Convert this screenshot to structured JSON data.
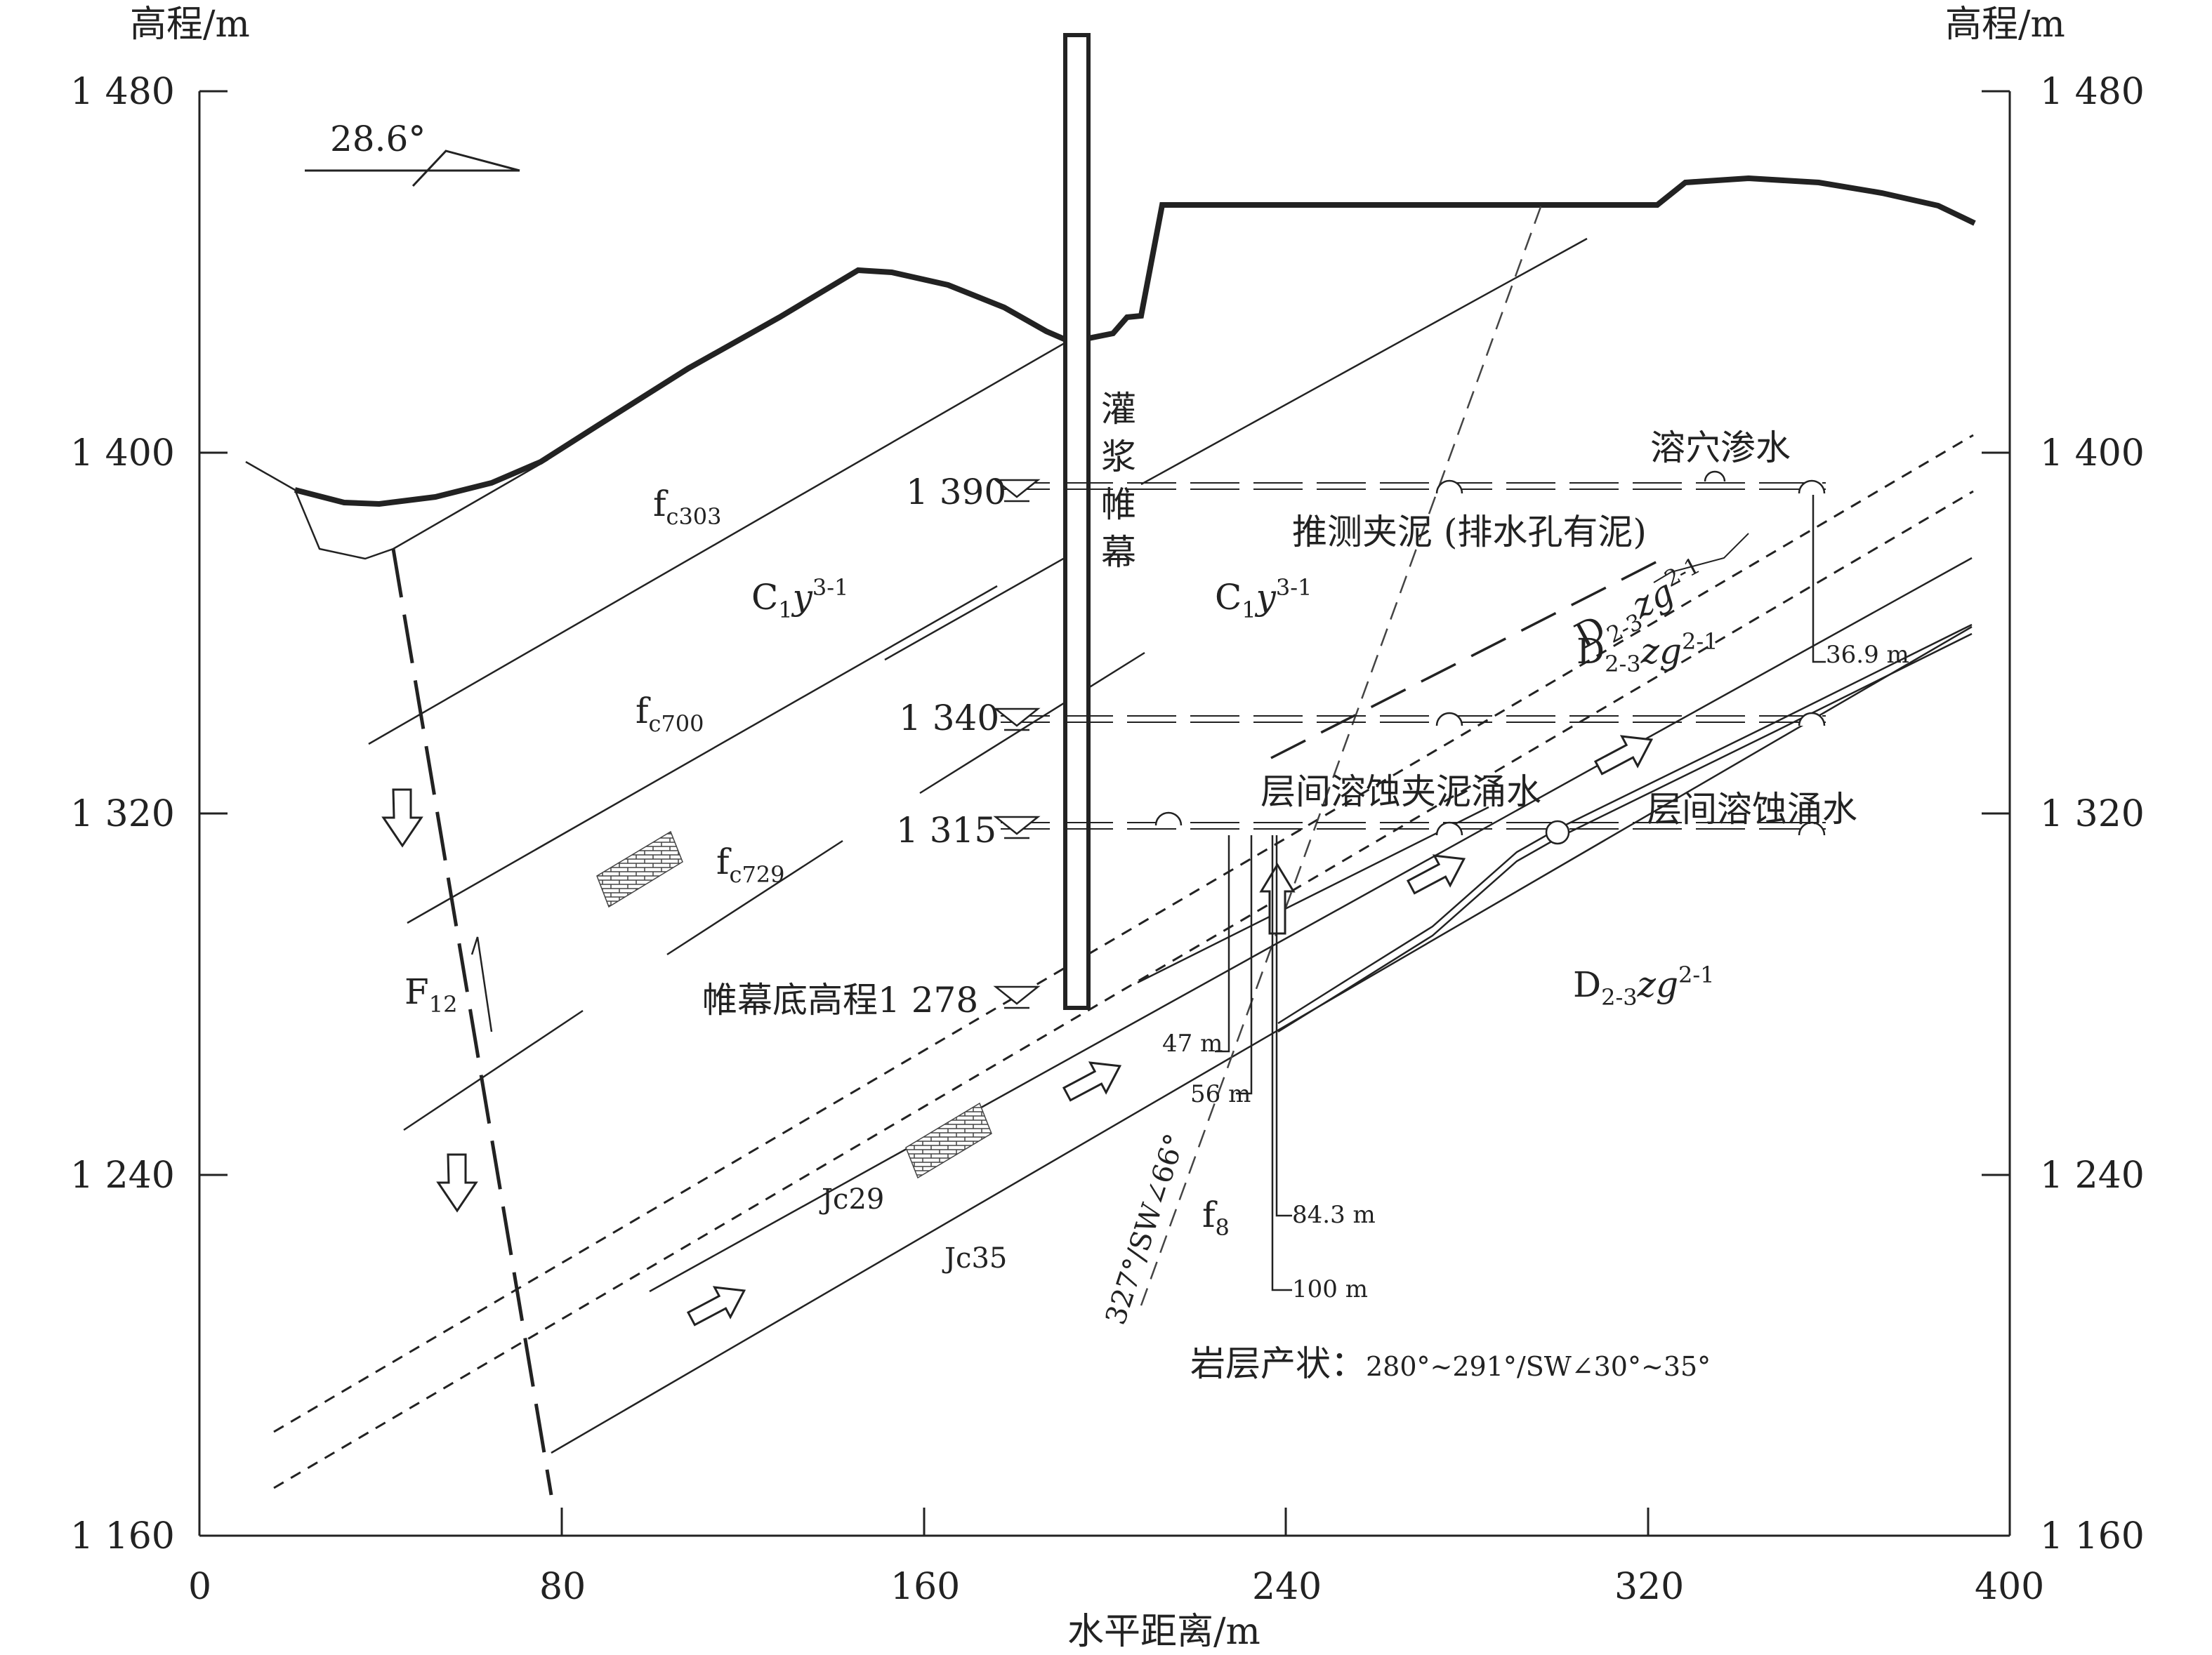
{
  "axes": {
    "left_title": "高程/m",
    "right_title": "高程/m",
    "x_title": "水平距离/m",
    "x_ticks": [
      "0",
      "80",
      "160",
      "240",
      "320",
      "400"
    ],
    "y_ticks": [
      "1 160",
      "1 240",
      "1 320",
      "1 400",
      "1 480"
    ],
    "x_range": [
      0,
      400
    ],
    "y_range": [
      1160,
      1480
    ]
  },
  "labels": {
    "dip_angle": "28.6°",
    "curtain_1": "灌",
    "curtain_2": "浆",
    "curtain_3": "帷",
    "curtain_4": "幕",
    "fc303_main": "f",
    "fc303_sub": "c303",
    "fc700_main": "f",
    "fc700_sub": "c700",
    "fc729_main": "f",
    "fc729_sub": "c729",
    "c1y_left_main": "C",
    "c1y_left_sub": "1",
    "c1y_left_italic": "y",
    "c1y_left_sup": "3-1",
    "c1y_right_main": "C",
    "c1y_right_sub": "1",
    "c1y_right_italic": "y",
    "c1y_right_sup": "3-1",
    "d23_upper_main": "D",
    "d23_upper_sub": "2-3",
    "d23_upper_italic": "zg",
    "d23_upper_sup": "2-1",
    "d23_mid_main": "D",
    "d23_mid_sub": "2-3",
    "d23_mid_italic": "zg",
    "d23_mid_sup": "2-1",
    "d23_lower_main": "D",
    "d23_lower_sub": "2-3",
    "d23_lower_italic": "zg",
    "d23_lower_sup": "2-1",
    "f12_main": "F",
    "f12_sub": "12",
    "f8_main": "f",
    "f8_sub": "8",
    "jc29": "Jc29",
    "jc35": "Jc35",
    "wl_1390": "1 390",
    "wl_1340": "1 340",
    "wl_1315": "1 315",
    "curtain_bottom": "帷幕底高程1 278",
    "karst_seep": "溶穴渗水",
    "inferred_clay": "推测夹泥 (排水孔有泥)",
    "interlayer_clay_inrush": "层间溶蚀夹泥涌水",
    "interlayer_inrush": "层间溶蚀涌水",
    "d_36_9": "36.9 m",
    "d_47": "47 m",
    "d_56": "56 m",
    "d_84_3": "84.3 m",
    "d_100": "100 m",
    "fault_attitude": "327°/SW∠66°",
    "strata_attitude_label": "岩层产状：",
    "strata_attitude_value": "280°~291°/SW∠30°~35°"
  }
}
